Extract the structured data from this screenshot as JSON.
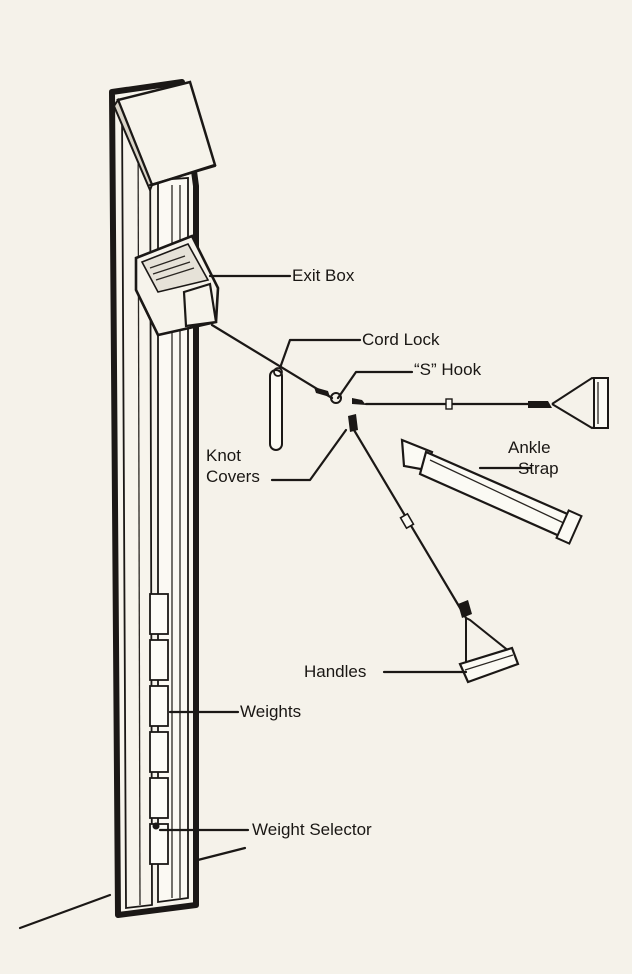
{
  "labels": {
    "exit_box": "Exit Box",
    "cord_lock": "Cord Lock",
    "s_hook": "“S” Hook",
    "knot_covers_line1": "Knot",
    "knot_covers_line2": "Covers",
    "ankle_strap_line1": "Ankle",
    "ankle_strap_line2": "Strap",
    "handles": "Handles",
    "weights": "Weights",
    "weight_selector": "Weight Selector"
  }
}
